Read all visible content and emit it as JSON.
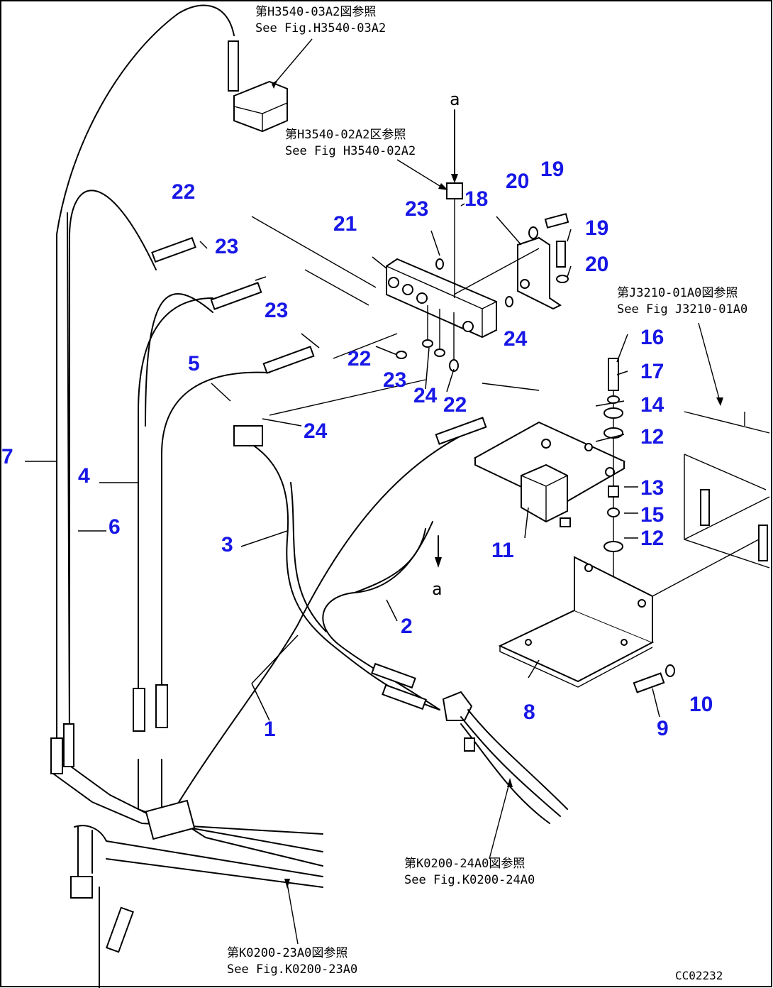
{
  "references": [
    {
      "jp": "第H3540-03A2図参照",
      "en": "See Fig.H3540-03A2"
    },
    {
      "jp": "第H3540-02A2区参照",
      "en": "See Fig H3540-02A2"
    },
    {
      "jp": "第J3210-01A0図参照",
      "en": "See Fig J3210-01A0"
    },
    {
      "jp": "第K0200-24A0図参照",
      "en": "See Fig.K0200-24A0"
    },
    {
      "jp": "第K0200-23A0図参照",
      "en": "See Fig.K0200-23A0"
    }
  ],
  "view_marks": [
    "a",
    "a"
  ],
  "part_numbers": [
    "1",
    "2",
    "3",
    "4",
    "5",
    "6",
    "7",
    "8",
    "9",
    "10",
    "11",
    "12",
    "12",
    "13",
    "14",
    "15",
    "16",
    "17",
    "18",
    "19",
    "19",
    "20",
    "20",
    "21",
    "22",
    "22",
    "22",
    "23",
    "23",
    "23",
    "23",
    "24",
    "24",
    "24"
  ],
  "drawing_code": "CC02232",
  "colors": {
    "label": "#1717e6",
    "line": "#000000"
  }
}
